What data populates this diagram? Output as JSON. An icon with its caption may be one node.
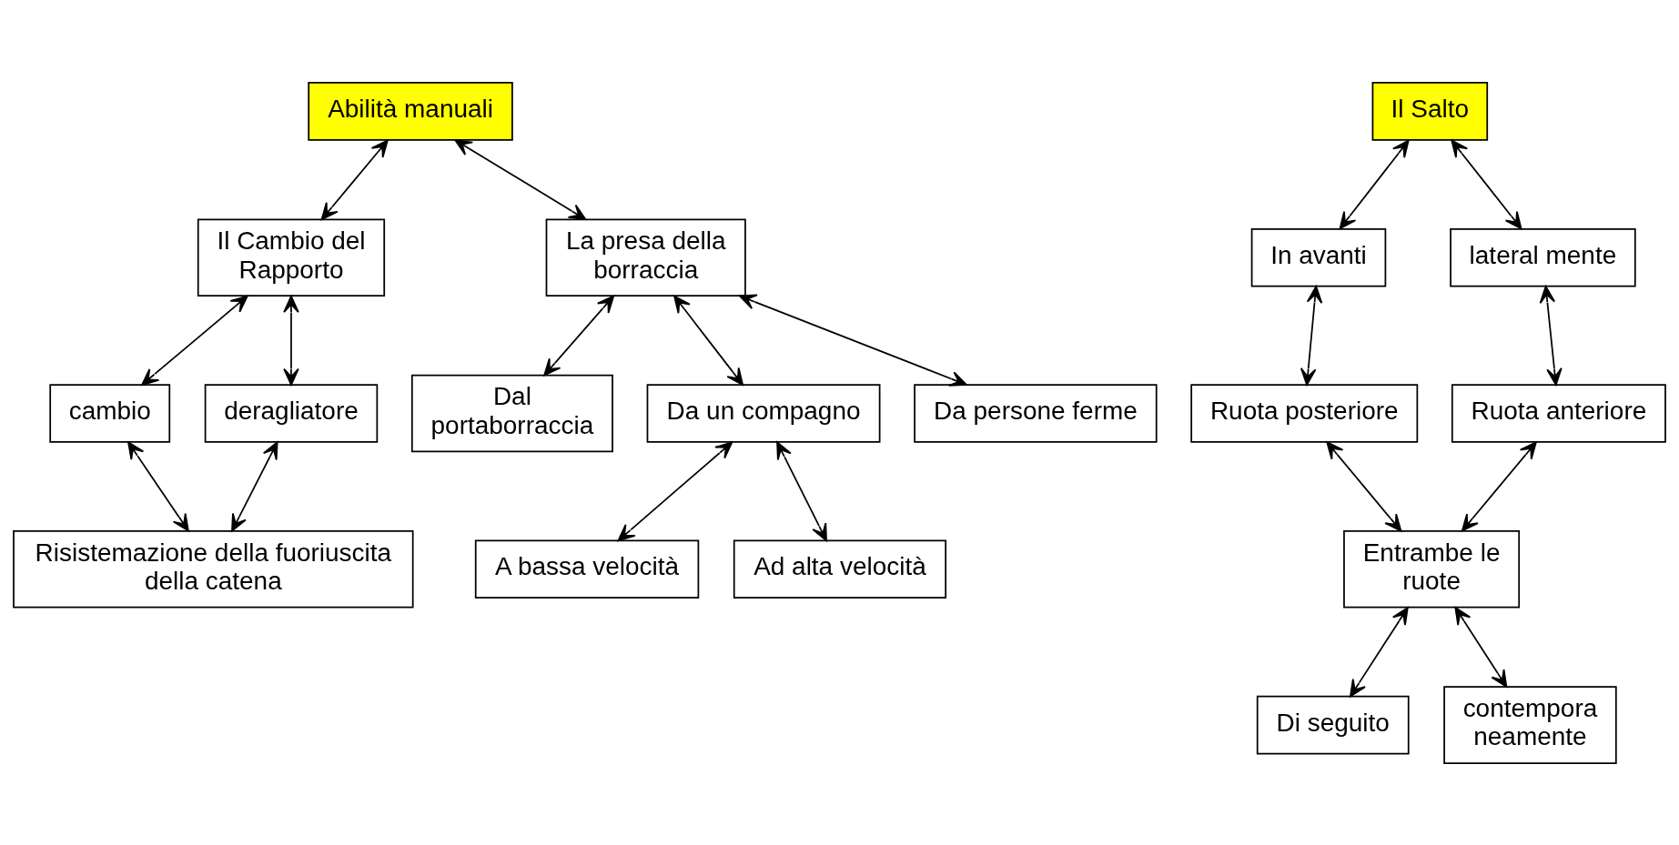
{
  "diagram": {
    "nodes": [
      {
        "text": [
          "Abilità manuali"
        ]
      },
      {
        "text": [
          "Il Cambio del Rapporto"
        ]
      },
      {
        "text": [
          "La presa della borraccia"
        ]
      },
      {
        "text": [
          "cambio"
        ]
      },
      {
        "text": [
          "deragliatore"
        ]
      },
      {
        "text": [
          "Dal portaborraccia"
        ]
      },
      {
        "text": [
          "Da un compagno"
        ]
      },
      {
        "text": [
          "Da persone ferme"
        ]
      },
      {
        "text": [
          "Risistemazione della fuoriuscita della catena"
        ]
      },
      {
        "text": [
          "A bassa velocità"
        ]
      },
      {
        "text": [
          "Ad alta velocità"
        ]
      },
      {
        "text": [
          "Il Salto"
        ]
      },
      {
        "text": [
          "In avanti"
        ]
      },
      {
        "text": [
          "lateral mente"
        ]
      },
      {
        "text": [
          "Ruota anteriore"
        ]
      },
      {
        "text": [
          "Ruota posteriore"
        ]
      },
      {
        "text": [
          "Entrambe le ruote"
        ]
      },
      {
        "text": [
          "Di seguito"
        ]
      },
      {
        "text": [
          "contempora neamente"
        ]
      }
    ],
    "edges": [
      {
        "from": 0,
        "to": 1,
        "arrow": "both"
      },
      {
        "from": 0,
        "to": 2,
        "arrow": "both"
      },
      {
        "from": 1,
        "to": 3,
        "arrow": "both"
      },
      {
        "from": 1,
        "to": 4,
        "arrow": "both"
      },
      {
        "from": 3,
        "to": 8,
        "arrow": "both"
      },
      {
        "from": 4,
        "to": 8,
        "arrow": "both"
      },
      {
        "from": 2,
        "to": 5,
        "arrow": "both"
      },
      {
        "from": 2,
        "to": 6,
        "arrow": "both"
      },
      {
        "from": 2,
        "to": 7,
        "arrow": "both"
      },
      {
        "from": 6,
        "to": 9,
        "arrow": "both"
      },
      {
        "from": 6,
        "to": 10,
        "arrow": "both"
      },
      {
        "from": 11,
        "to": 12,
        "arrow": "both"
      },
      {
        "from": 11,
        "to": 13,
        "arrow": "both"
      },
      {
        "from": 13,
        "to": 14,
        "arrow": "both"
      },
      {
        "from": 12,
        "to": 15,
        "arrow": "both"
      },
      {
        "from": 14,
        "to": 16,
        "arrow": "both"
      },
      {
        "from": 15,
        "to": 16,
        "arrow": "both"
      },
      {
        "from": 16,
        "to": 17,
        "arrow": "both"
      },
      {
        "from": 16,
        "to": 18,
        "arrow": "both"
      }
    ]
  }
}
